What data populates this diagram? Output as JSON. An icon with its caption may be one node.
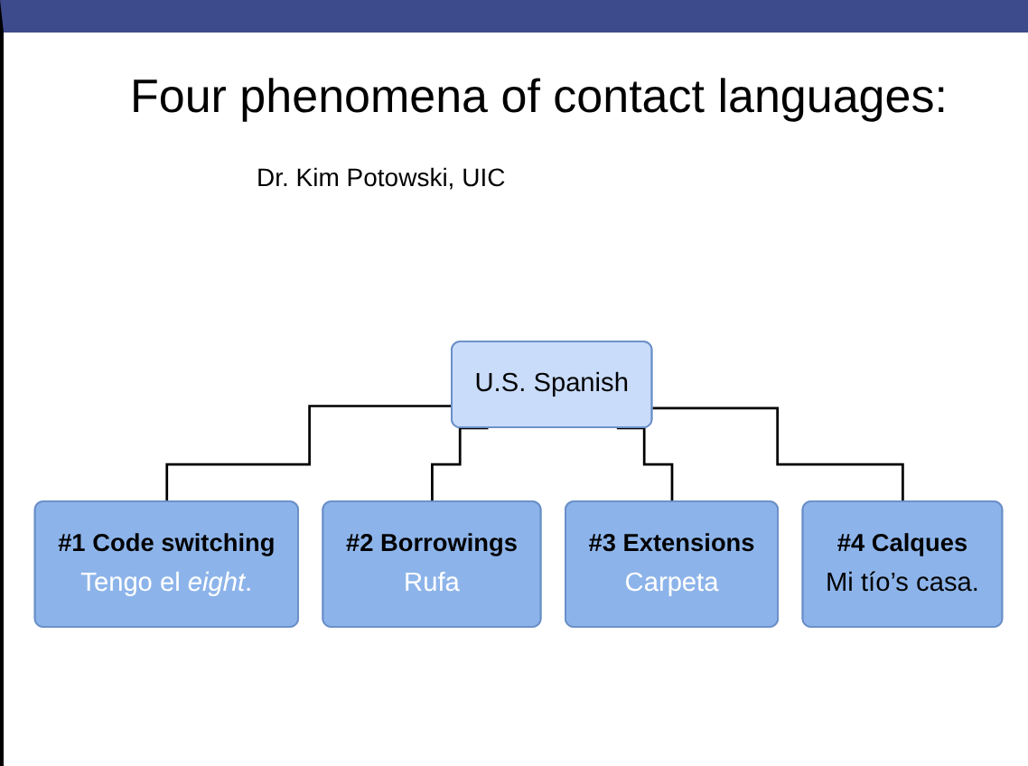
{
  "diagram": {
    "title": "Four phenomena of contact languages:",
    "nodes": [
      {
        "text": [
          "U.S. Spanish"
        ]
      },
      {
        "text": [
          "#1 Code switching",
          "Tengo el *eight*."
        ]
      },
      {
        "text": [
          "#2 Borrowings",
          "Rufa"
        ]
      },
      {
        "text": [
          "#3 Extensions",
          "Carpeta"
        ]
      },
      {
        "text": [
          "#4 Calques",
          "Mi tío’s casa."
        ]
      }
    ],
    "edges": [
      {
        "from": 0,
        "to": 1,
        "arrow": "none"
      },
      {
        "from": 0,
        "to": 2,
        "arrow": "none"
      },
      {
        "from": 0,
        "to": 3,
        "arrow": "none"
      },
      {
        "from": 0,
        "to": 4,
        "arrow": "none"
      }
    ],
    "labels": [
      "Dr. Kim Potowski, UIC"
    ]
  }
}
